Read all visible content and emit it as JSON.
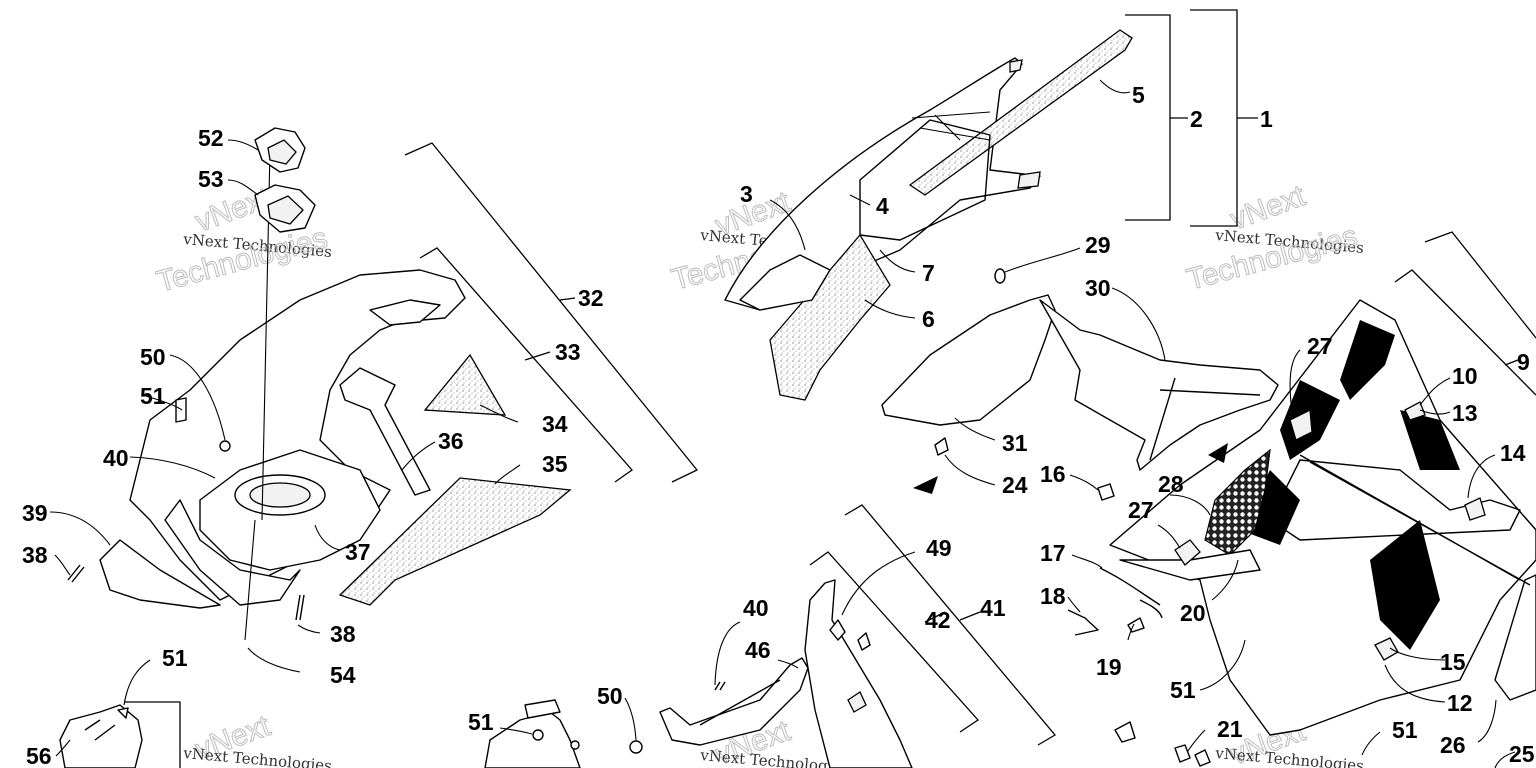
{
  "callouts": {
    "c1": "1",
    "c2": "2",
    "c3": "3",
    "c4": "4",
    "c5": "5",
    "c6": "6",
    "c7": "7",
    "c9": "9",
    "c10": "10",
    "c12": "12",
    "c13": "13",
    "c14": "14",
    "c15": "15",
    "c16": "16",
    "c17": "17",
    "c18": "18",
    "c19": "19",
    "c20": "20",
    "c21": "21",
    "c24": "24",
    "c25": "25",
    "c26": "26",
    "c27a": "27",
    "c27b": "27",
    "c28": "28",
    "c29": "29",
    "c30": "30",
    "c31": "31",
    "c32": "32",
    "c33": "33",
    "c34": "34",
    "c35": "35",
    "c36": "36",
    "c37": "37",
    "c38a": "38",
    "c38b": "38",
    "c39": "39",
    "c40a": "40",
    "c40b": "40",
    "c41": "41",
    "c42": "42",
    "c46": "46",
    "c49": "49",
    "c50a": "50",
    "c50b": "50",
    "c51a": "51",
    "c51b": "51",
    "c51c": "51",
    "c51d": "51",
    "c51e": "51",
    "c52": "52",
    "c53": "53",
    "c54": "54",
    "c56": "56"
  },
  "watermark": {
    "line1": "vNext",
    "line2": "vNext Technologies",
    "line3": "Technologies"
  }
}
